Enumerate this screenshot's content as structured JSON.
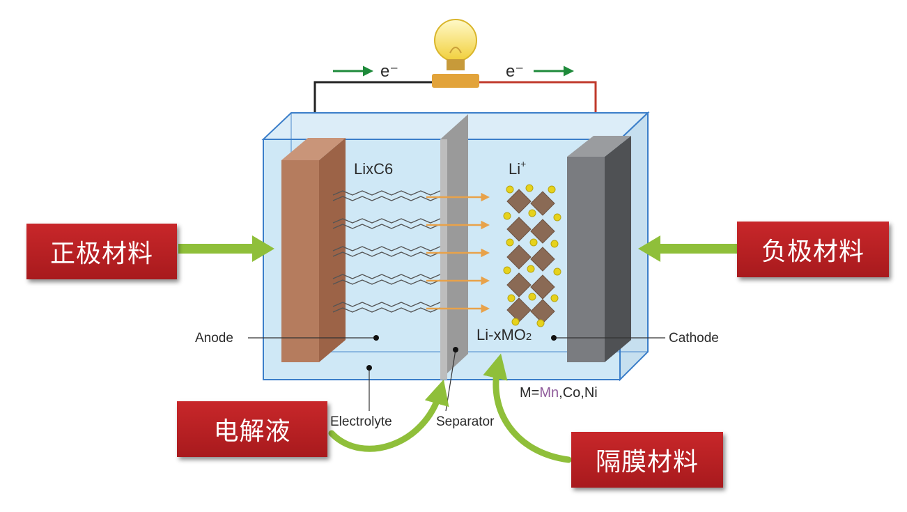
{
  "electron_left": "e⁻",
  "electron_right": "e⁻",
  "anode_material": "LixC6",
  "ion": "Li",
  "ion_charge": "+",
  "cathode_material": "Li-xMO",
  "cathode_material_sub": "2",
  "metals": {
    "prefix": "M=",
    "mn": "Mn",
    "rest": ",Co,Ni",
    "mn_color": "#8e5a9a"
  },
  "labels": {
    "anode": "Anode",
    "cathode": "Cathode",
    "electrolyte": "Electrolyte",
    "separator": "Separator"
  },
  "callouts": {
    "positive": "正极材料",
    "negative": "负极材料",
    "electrolyte_cn": "电解液",
    "separator_cn": "隔膜材料"
  },
  "colors": {
    "callout_red": "#b82023",
    "arrow_green": "#8fbf3a",
    "electron_arrow": "#1e8a3a",
    "electrolyte": "#cfe8f6",
    "anode": "#b57c5e",
    "cathode": "#7a7c80",
    "ion_arrow": "#e8a24a",
    "ion_dot": "#e6d21c"
  }
}
